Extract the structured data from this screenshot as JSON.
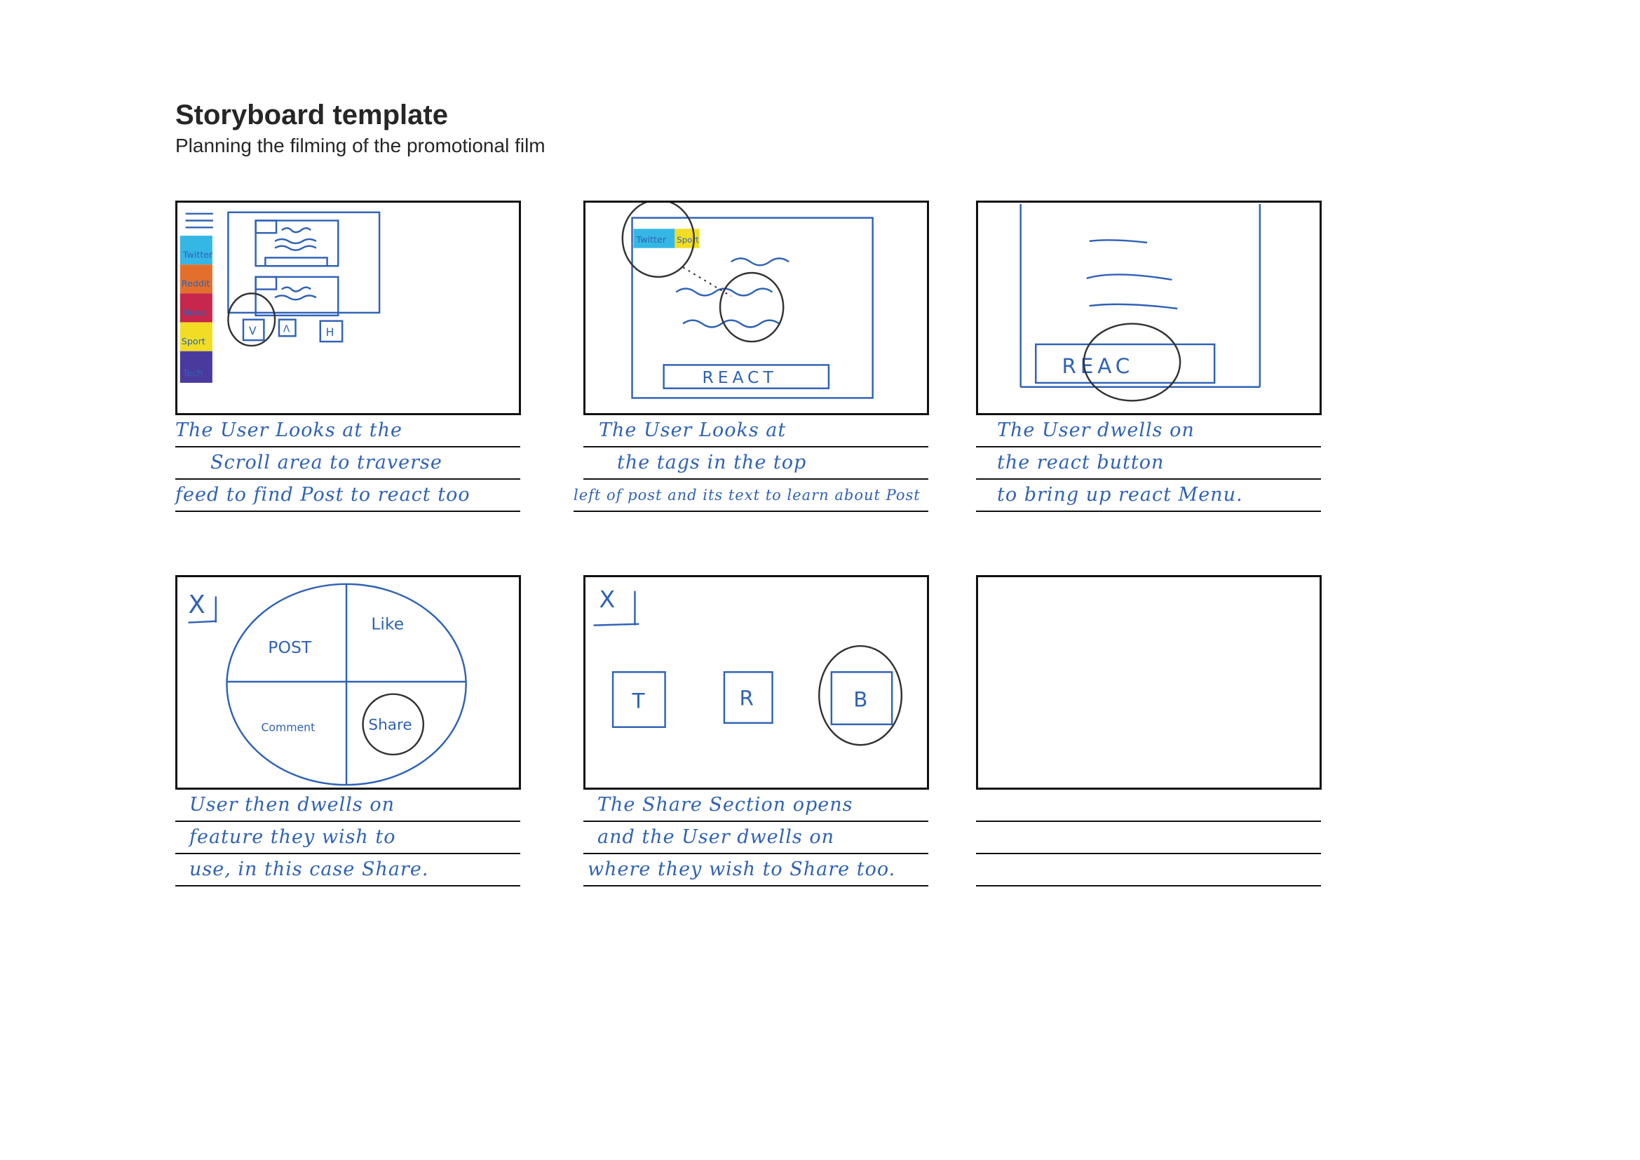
{
  "header": {
    "title": "Storyboard template",
    "subtitle": "Planning the filming of the promotional film"
  },
  "frames": [
    {
      "sketch": {
        "sidebar": [
          "Twitter",
          "Reddit",
          "News",
          "Sport",
          "Tech"
        ],
        "buttons": [
          "V",
          "Λ",
          "H"
        ]
      },
      "caption": [
        "The User Looks at the",
        "Scroll area to traverse",
        "feed to find Post to react too"
      ]
    },
    {
      "sketch": {
        "tags": [
          "Twitter",
          "Sport"
        ],
        "button": "REACT"
      },
      "caption": [
        "The User Looks at",
        "the tags in the top",
        "left of post and its text to learn about Post"
      ]
    },
    {
      "sketch": {
        "button": "REAC"
      },
      "caption": [
        "The User dwells on",
        "the react button",
        "to bring up react Menu."
      ]
    },
    {
      "sketch": {
        "close": "X",
        "segments": [
          "POST",
          "Like",
          "Comment",
          "Share"
        ]
      },
      "caption": [
        "User then dwells on",
        "feature they wish to",
        "use, in this case Share."
      ]
    },
    {
      "sketch": {
        "close": "X",
        "buttons": [
          "T",
          "R",
          "B"
        ]
      },
      "caption": [
        "The Share Section opens",
        "and the User dwells on",
        "where they wish to Share too."
      ]
    },
    {
      "sketch": {},
      "caption": [
        "",
        "",
        ""
      ]
    }
  ],
  "colors": {
    "pen_blue": "#2f62b5",
    "twitter": "#35b7e6",
    "reddit": "#e46f2c",
    "news": "#c7264d",
    "sport": "#f2dd24",
    "tech": "#4b3a9e"
  }
}
